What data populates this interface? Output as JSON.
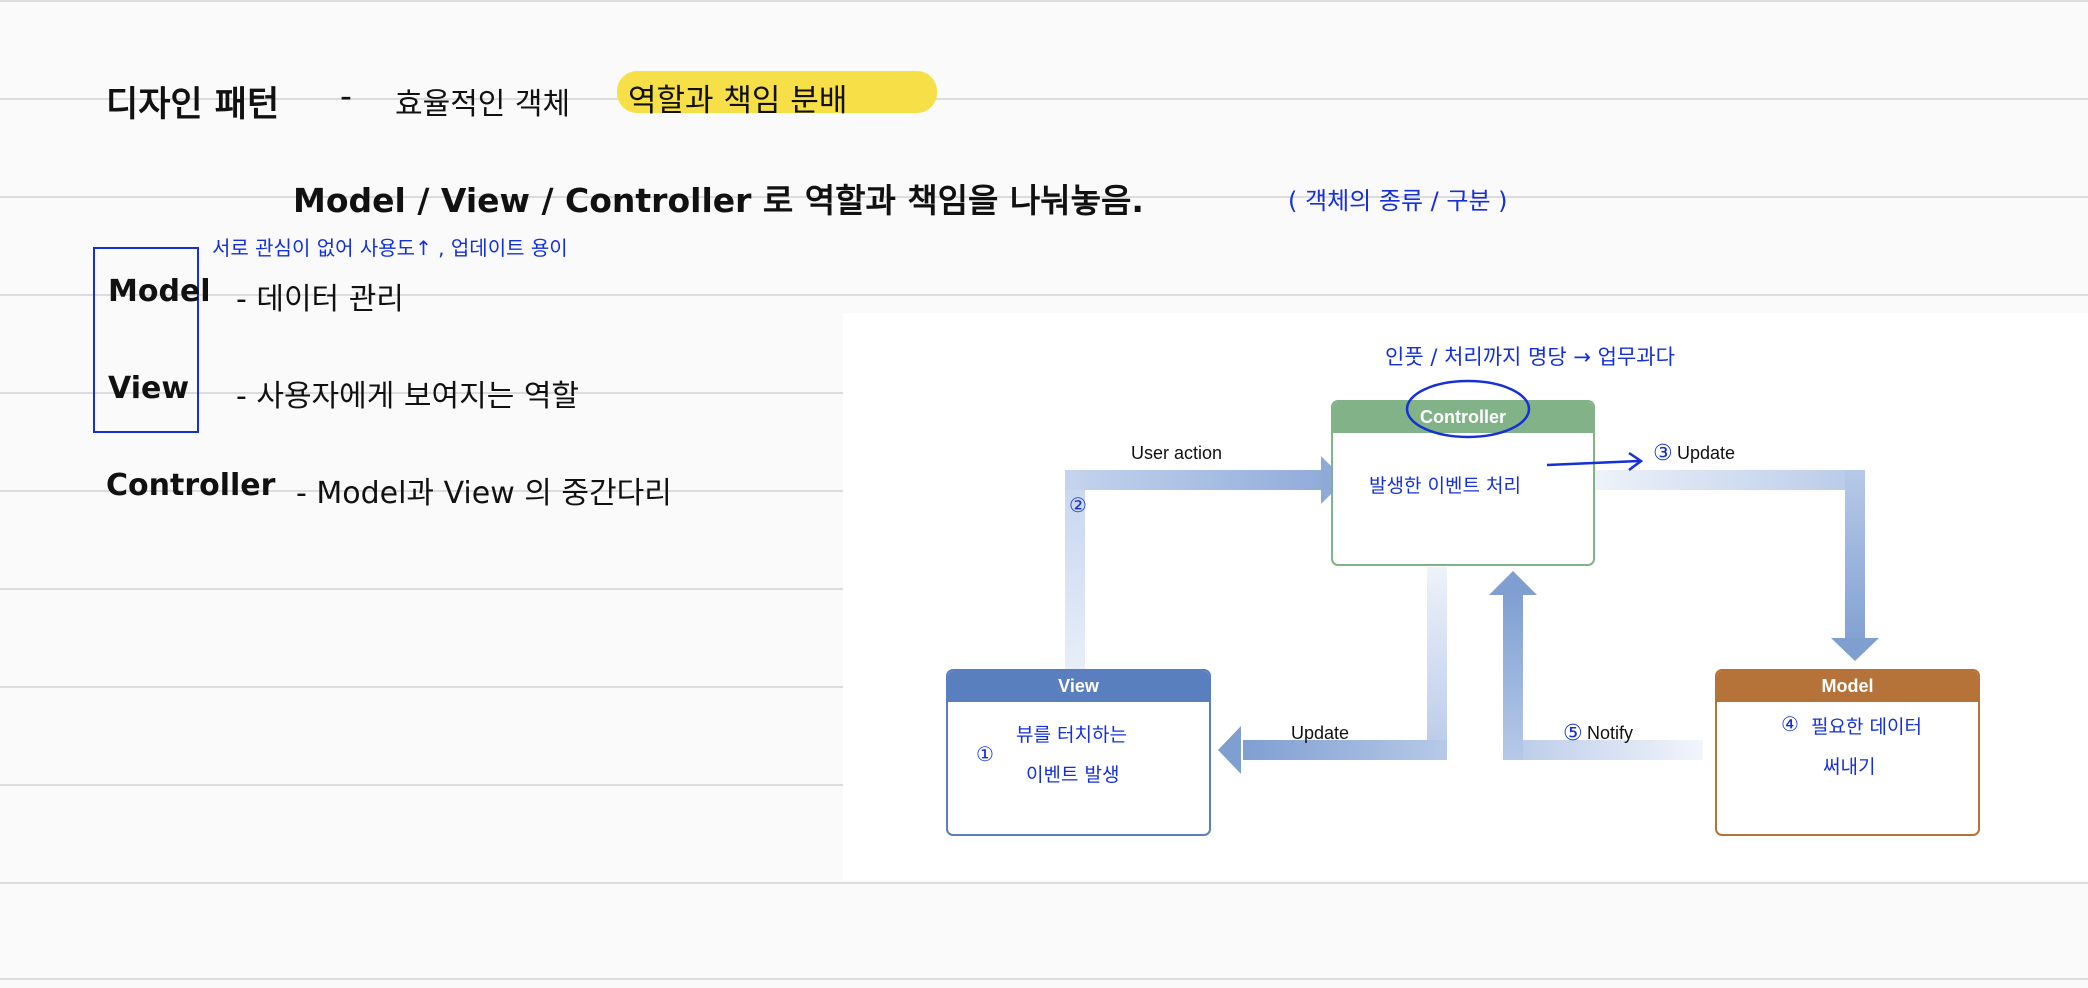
{
  "notes": {
    "line1_title": "디자인 패턴",
    "line1_dash": "-",
    "line1_desc": "효율적인 객체",
    "line1_highlight": "역할과 책임 분배",
    "line2_main": "Model / View / Controller 로 역할과 책임을 나눠놓음.",
    "line2_aside": "( 객체의 종류 / 구분 )",
    "annotation_top": "서로 관심이 없어  사용도↑ , 업데이트 용이",
    "model_term": "Model",
    "model_desc": "- 데이터 관리",
    "view_term": "View",
    "view_desc": "- 사용자에게 보여지는 역할",
    "controller_term": "Controller",
    "controller_desc": "- Model과 View 의 중간다리"
  },
  "diagram": {
    "controller": {
      "title": "Controller",
      "body_note": "발생한 이벤트 처리",
      "header_color": "#82b388",
      "border_color": "#82b388"
    },
    "view": {
      "title": "View",
      "body_note_line1": "뷰를 터치하는",
      "body_note_line2": "이벤트 발생",
      "step_mark": "①",
      "header_color": "#5a7fbf",
      "border_color": "#5a7fbf"
    },
    "model": {
      "title": "Model",
      "body_note_line1": "필요한 데이터",
      "body_note_line2": "써내기",
      "step_mark": "④",
      "header_color": "#b5733a",
      "border_color": "#b5733a"
    },
    "labels": {
      "user_action": "User action",
      "update_top": "Update",
      "update_bottom": "Update",
      "notify": "Notify"
    },
    "step_marks": {
      "user_action": "②",
      "update_top": "③",
      "notify": "⑤"
    },
    "top_note": "인풋 / 처리까지 명당 → 업무과다",
    "arrow_color": "#7f9fd1"
  }
}
